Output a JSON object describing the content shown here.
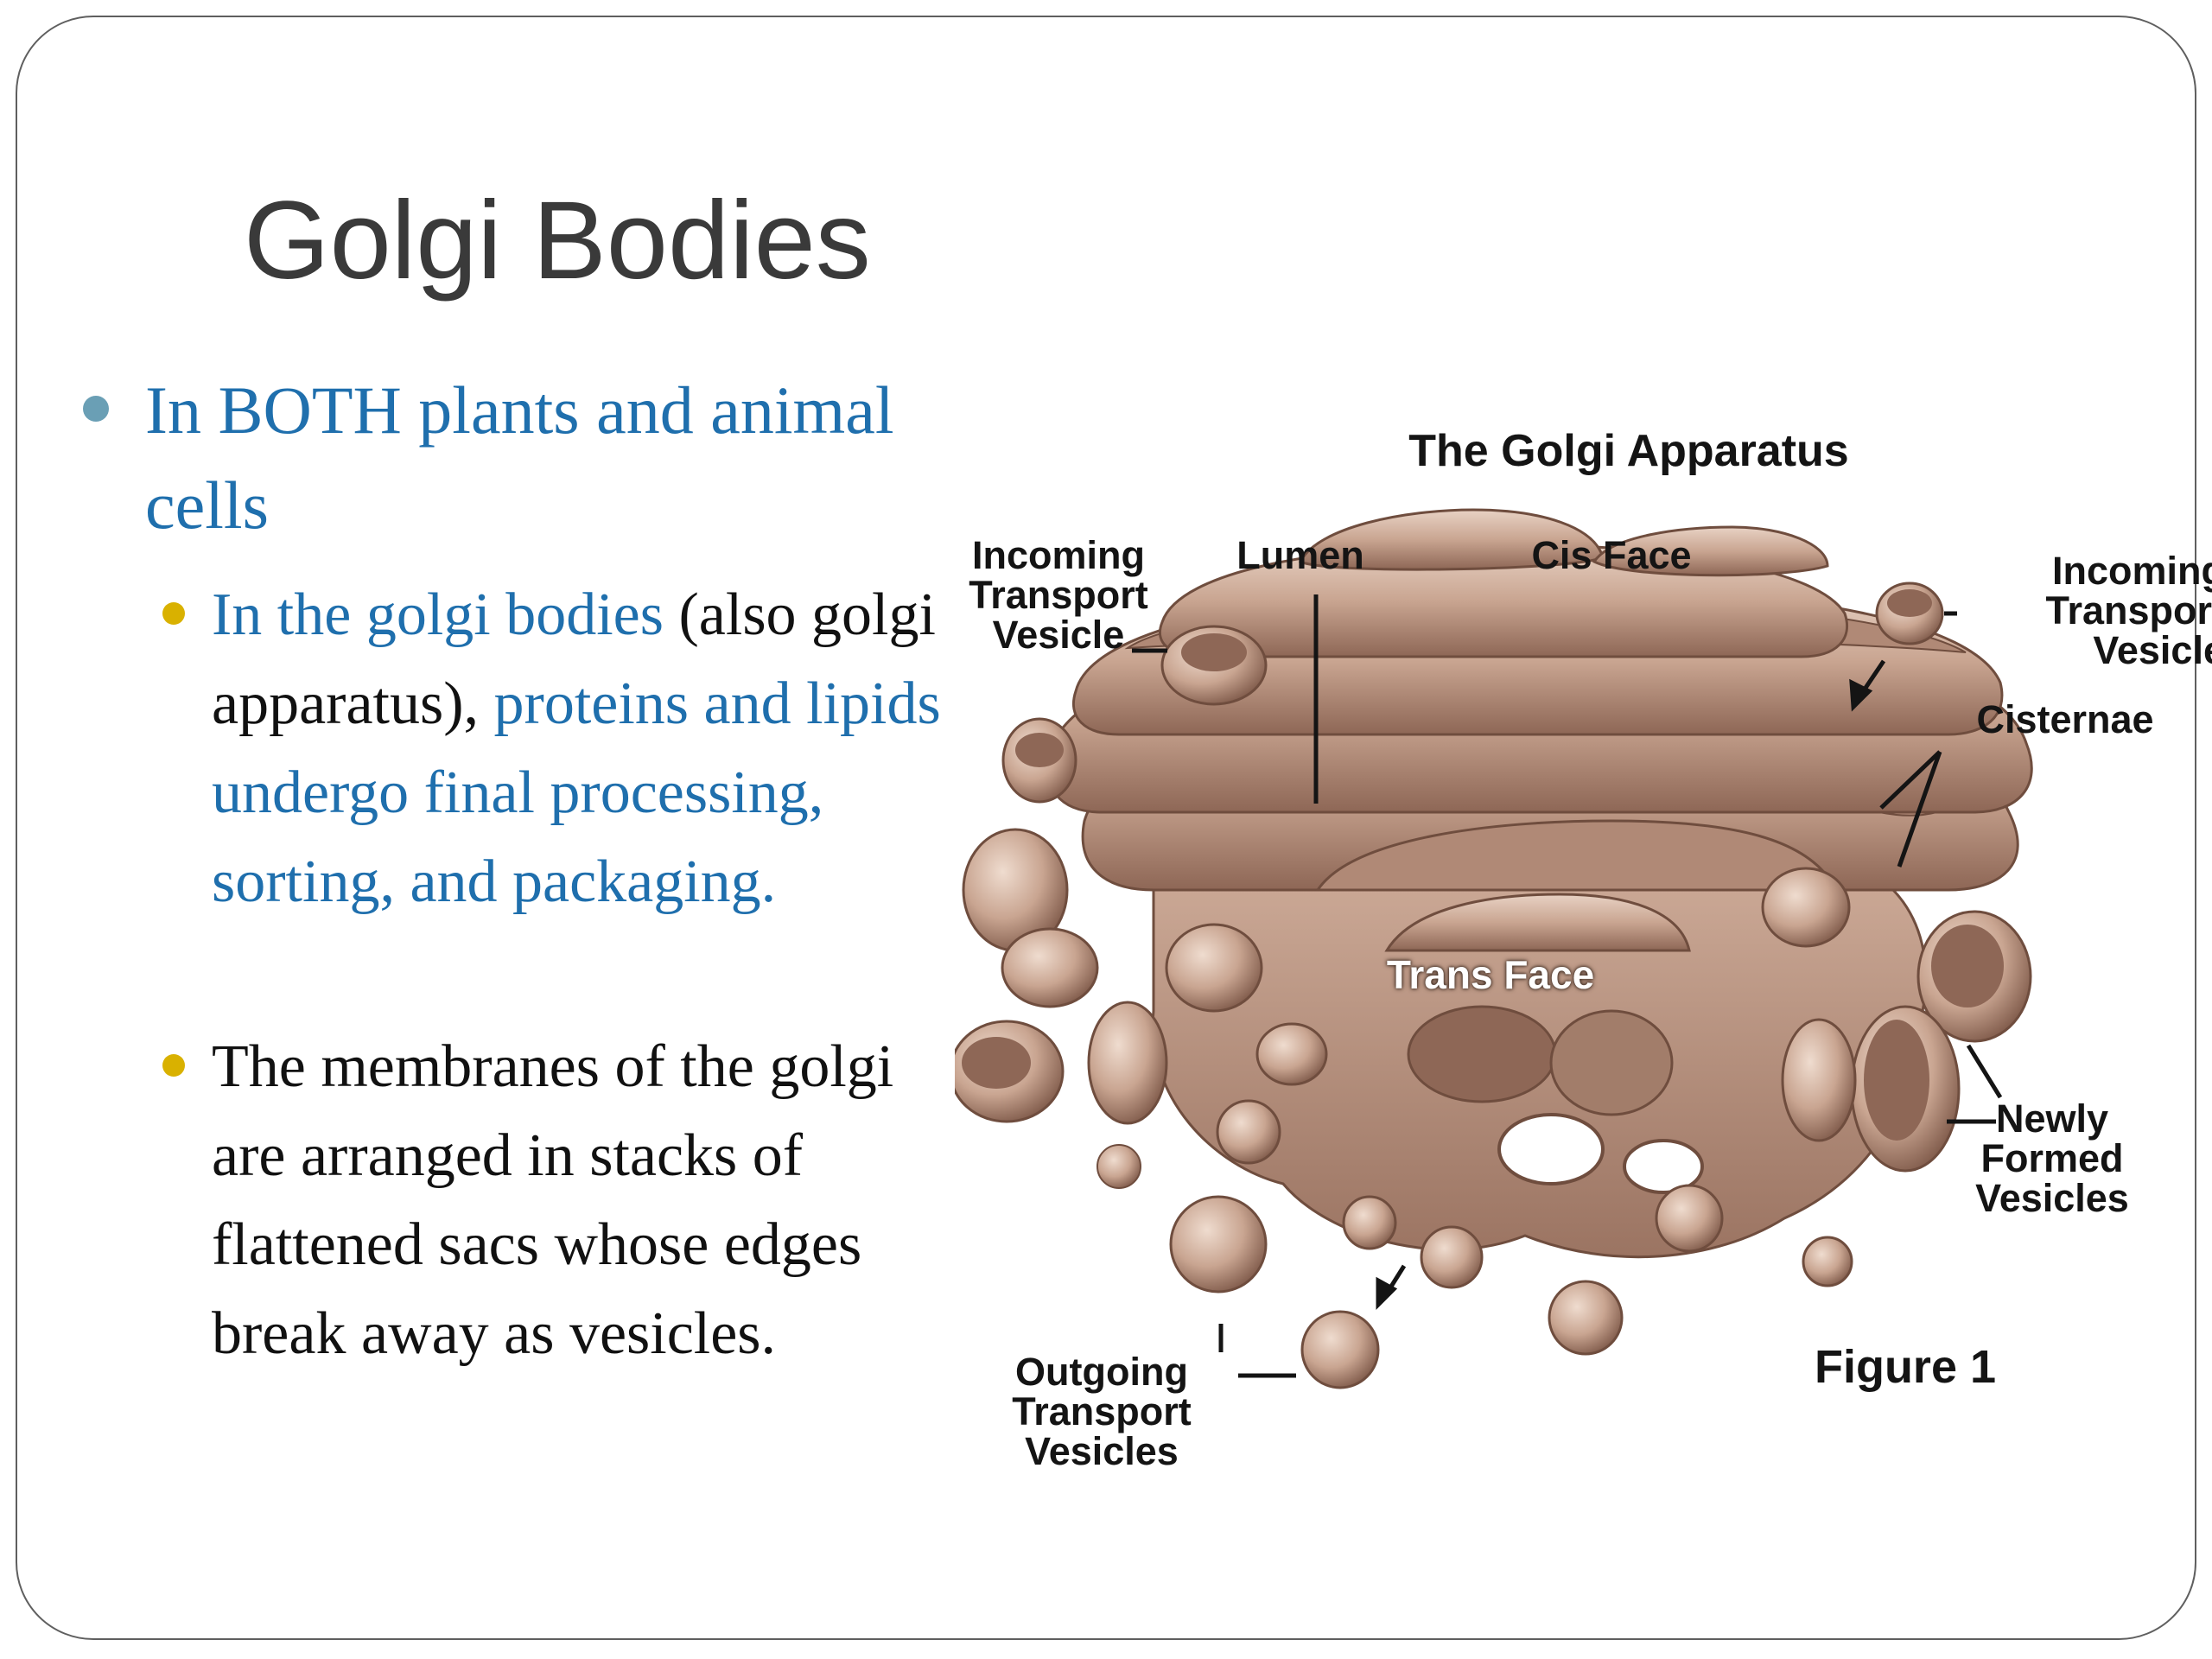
{
  "slide": {
    "title": "Golgi Bodies"
  },
  "bullets": {
    "level1": "In BOTH plants and animal cells",
    "item1": {
      "part1_blue": "In the golgi bodies",
      "part2_black": " (also golgi apparatus), ",
      "part3_blue": "proteins and lipids undergo final processing, sorting, and packaging."
    },
    "item2": "The membranes of the golgi are arranged in stacks of flattened sacs whose edges break away as vesicles."
  },
  "diagram": {
    "title": "The Golgi Apparatus",
    "labels": {
      "incoming_left": "Incoming\nTransport\nVesicle",
      "lumen": "Lumen",
      "cis_face": "Cis Face",
      "incoming_right": "Incoming\nTransport\nVesicle",
      "cisternae": "Cisternae",
      "trans_face": "Trans Face",
      "newly_formed": "Newly\nFormed\nVesicles",
      "outgoing": "Outgoing\nTransport\nVesicles",
      "figure": "Figure 1"
    },
    "colors": {
      "membrane": "#c9a591",
      "membrane_dark": "#8c6554",
      "membrane_light": "#e6cdbd"
    }
  }
}
